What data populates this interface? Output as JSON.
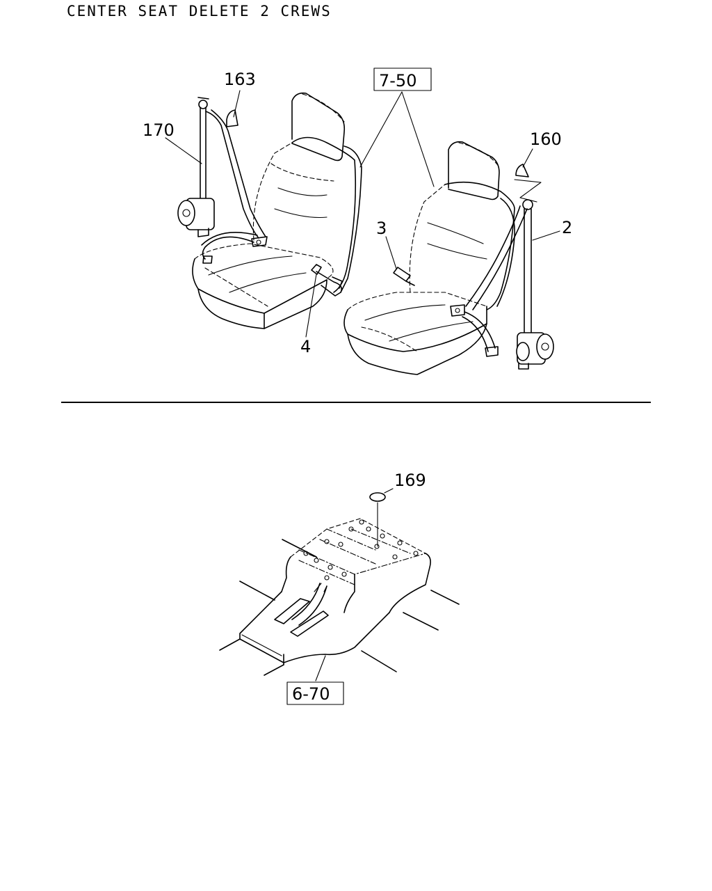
{
  "title": "CENTER SEAT DELETE 2 CREWS",
  "callouts": {
    "c163": "163",
    "c170": "170",
    "c7_50": "7-50",
    "c160": "160",
    "c2": "2",
    "c3": "3",
    "c4": "4",
    "c169": "169",
    "c6_70": "6-70"
  },
  "colors": {
    "line": "#000000",
    "background": "#ffffff"
  }
}
